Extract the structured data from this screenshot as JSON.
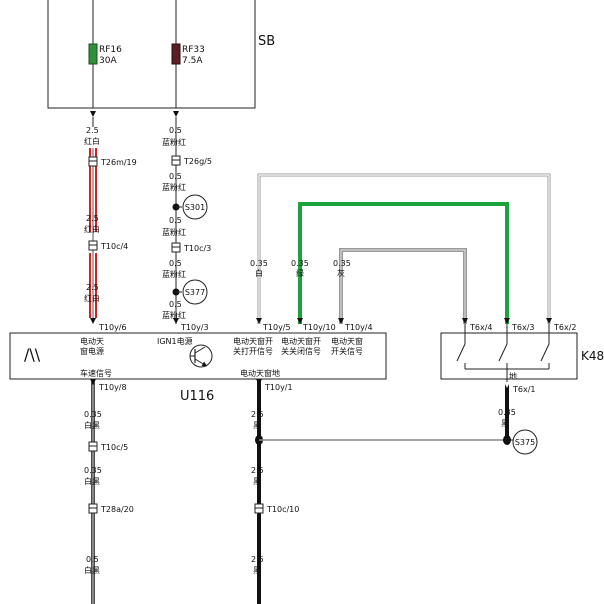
{
  "sb": {
    "name": "SB"
  },
  "fuses": [
    {
      "id": "RF16",
      "rating": "30A",
      "color": "#2f8f3a"
    },
    {
      "id": "RF33",
      "rating": "7.5A",
      "color": "#5a1f24"
    }
  ],
  "wires": {
    "w1": {
      "size": "2.5",
      "color": "红白"
    },
    "w2": {
      "size": "2.5",
      "color": "红白"
    },
    "w3": {
      "size": "2.5",
      "color": "红白"
    },
    "w4": {
      "size": "0.5",
      "color": "蓝粉红"
    },
    "w5": {
      "size": "0.5",
      "color": "蓝粉红"
    },
    "w6": {
      "size": "0.5",
      "color": "蓝粉红"
    },
    "w7": {
      "size": "0.5",
      "color": "蓝粉红"
    },
    "w8": {
      "size": "0.5",
      "color": "蓝粉红"
    },
    "w9": {
      "size": "0.35",
      "color": "白"
    },
    "w10": {
      "size": "0.35",
      "color": "绿"
    },
    "w11": {
      "size": "0.35",
      "color": "灰"
    },
    "w12": {
      "size": "0.35",
      "color": "白黑"
    },
    "w13": {
      "size": "0.35",
      "color": "白黑"
    },
    "w14": {
      "size": "0.5",
      "color": "白黑"
    },
    "w15": {
      "size": "2.5",
      "color": "黑"
    },
    "w16": {
      "size": "2.5",
      "color": "黑"
    },
    "w17": {
      "size": "2.5",
      "color": "黑"
    },
    "w18": {
      "size": "0.35",
      "color": "黑"
    }
  },
  "connectors": {
    "t26m19": "T26m/19",
    "t10c4": "T10c/4",
    "t26g5": "T26g/5",
    "t10c3": "T10c/3",
    "t10y6": "T10y/6",
    "t10y3": "T10y/3",
    "t10y5": "T10y/5",
    "t10y10": "T10y/10",
    "t10y4": "T10y/4",
    "t10y8": "T10y/8",
    "t10y1": "T10y/1",
    "t10c5": "T10c/5",
    "t28a20": "T28a/20",
    "t10c10": "T10c/10",
    "t6x4": "T6x/4",
    "t6x3": "T6x/3",
    "t6x2": "T6x/2",
    "t6x1": "T6x/1"
  },
  "splices": {
    "s301": "S301",
    "s377": "S377",
    "s375": "S375"
  },
  "u116": {
    "name": "U116",
    "pin6": [
      "电动天",
      "窗电源"
    ],
    "pin3": "IGN1电源",
    "pin5": [
      "电动天窗开",
      "关打开信号"
    ],
    "pin10": [
      "电动天窗开",
      "关关闭信号"
    ],
    "pin4": [
      "电动天窗",
      "开关信号"
    ],
    "pin8": "车速信号",
    "pin1": "电动天窗地"
  },
  "k48": {
    "name": "K48",
    "ground_label": "地"
  },
  "colors": {
    "red_white_wire": "#cc2222",
    "green_wire": "#1aa33a",
    "gray_wire": "#9a9a9a",
    "black_wire": "#111111"
  }
}
